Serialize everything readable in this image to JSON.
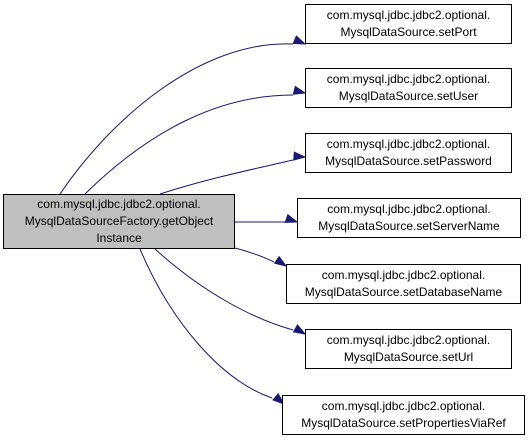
{
  "colors": {
    "edge": "#191970",
    "root_fill": "#bfbfbf",
    "node_fill": "#ffffff",
    "border": "#000000"
  },
  "root": {
    "lines": [
      "com.mysql.jdbc.jdbc2.optional.",
      "MysqlDataSourceFactory.getObject",
      "Instance"
    ]
  },
  "callees": [
    {
      "lines": [
        "com.mysql.jdbc.jdbc2.optional.",
        "MysqlDataSource.setPort"
      ]
    },
    {
      "lines": [
        "com.mysql.jdbc.jdbc2.optional.",
        "MysqlDataSource.setUser"
      ]
    },
    {
      "lines": [
        "com.mysql.jdbc.jdbc2.optional.",
        "MysqlDataSource.setPassword"
      ]
    },
    {
      "lines": [
        "com.mysql.jdbc.jdbc2.optional.",
        "MysqlDataSource.setServerName"
      ]
    },
    {
      "lines": [
        "com.mysql.jdbc.jdbc2.optional.",
        "MysqlDataSource.setDatabaseName"
      ]
    },
    {
      "lines": [
        "com.mysql.jdbc.jdbc2.optional.",
        "MysqlDataSource.setUrl"
      ]
    },
    {
      "lines": [
        "com.mysql.jdbc.jdbc2.optional.",
        "MysqlDataSource.setPropertiesViaRef"
      ]
    }
  ]
}
